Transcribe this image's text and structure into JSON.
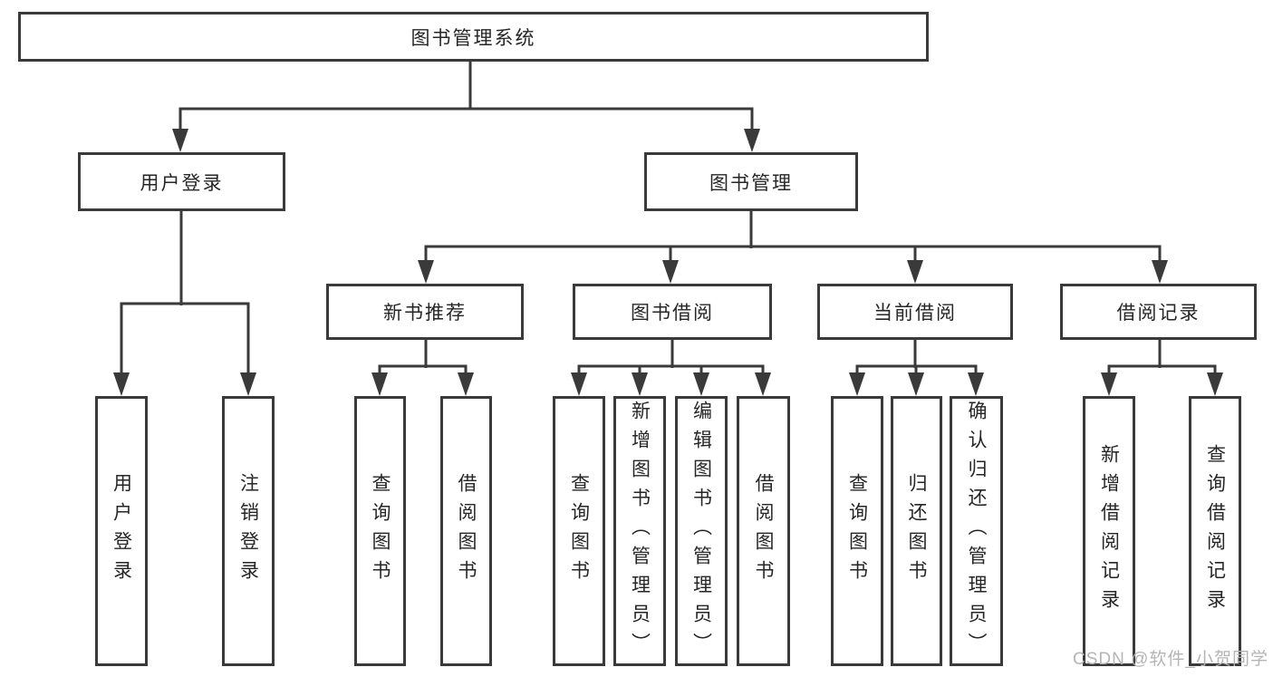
{
  "title": "图书管理系统",
  "tree": {
    "label": "图书管理系统",
    "children": [
      {
        "label": "用户登录",
        "children": [
          {
            "label": "用户登录"
          },
          {
            "label": "注销登录"
          }
        ]
      },
      {
        "label": "图书管理",
        "children": [
          {
            "label": "新书推荐",
            "children": [
              {
                "label": "查询图书"
              },
              {
                "label": "借阅图书"
              }
            ]
          },
          {
            "label": "图书借阅",
            "children": [
              {
                "label": "查询图书"
              },
              {
                "label": "新增图书（管理员）"
              },
              {
                "label": "编辑图书（管理员）"
              },
              {
                "label": "借阅图书"
              }
            ]
          },
          {
            "label": "当前借阅",
            "children": [
              {
                "label": "查询图书"
              },
              {
                "label": "归还图书"
              },
              {
                "label": "确认归还（管理员）"
              }
            ]
          },
          {
            "label": "借阅记录",
            "children": [
              {
                "label": "新增借阅记录"
              },
              {
                "label": "查询借阅记录"
              }
            ]
          }
        ]
      }
    ]
  },
  "watermark": "CSDN @软件_小贺同学",
  "colors": {
    "line": "#3a3a3a",
    "text": "#262626",
    "watermark": "#b4b4b4",
    "background": "#ffffff"
  }
}
